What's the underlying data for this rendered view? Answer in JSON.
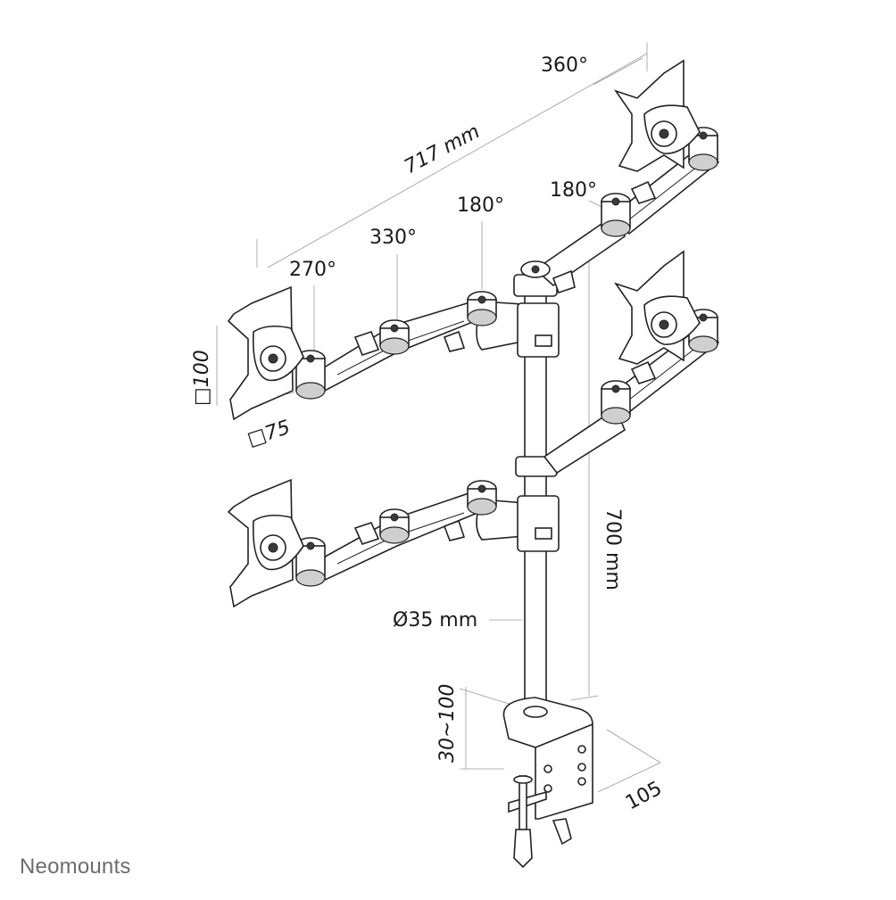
{
  "labels": {
    "rot_360": "360°",
    "rot_180_top": "180°",
    "rot_180_left": "180°",
    "rot_330": "330°",
    "rot_270": "270°",
    "width_717": "717 mm",
    "vesa_100": "□100",
    "vesa_75": "□75",
    "pole_diameter": "Ø35 mm",
    "pole_height": "700 mm",
    "clamp_range": "30~100",
    "clamp_depth": "105"
  },
  "brand": "Neomounts"
}
